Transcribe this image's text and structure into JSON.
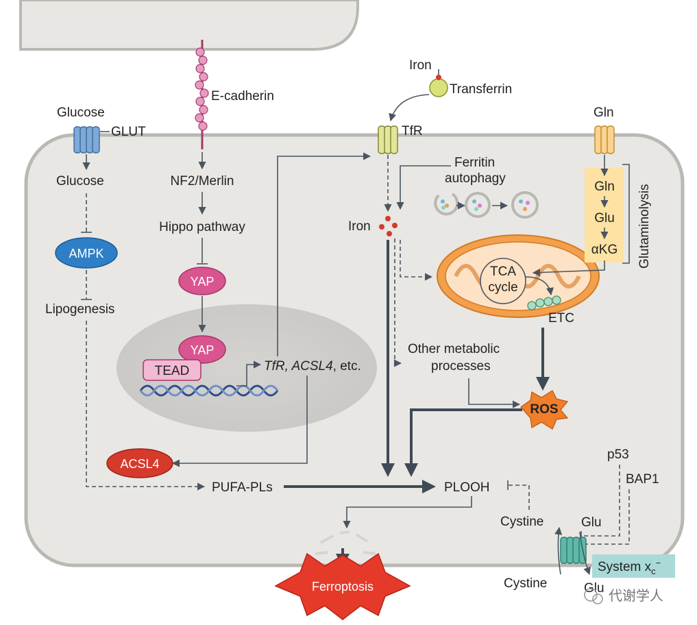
{
  "labels": {
    "glucose_out": "Glucose",
    "glut": "GLUT",
    "glucose_in": "Glucose",
    "ampk": "AMPK",
    "lipogenesis": "Lipogenesis",
    "ecadherin": "E-cadherin",
    "nf2": "NF2/Merlin",
    "hippo": "Hippo pathway",
    "yap1": "YAP",
    "yap2": "YAP",
    "tead": "TEAD",
    "targets_tfr": "TfR",
    "targets_rest": ", ACSL4",
    "targets_etc": ", etc.",
    "acsl4": "ACSL4",
    "pufa": "PUFA-PLs",
    "plooh": "PLOOH",
    "ferroptosis": "Ferroptosis",
    "iron_top": "Iron",
    "transferrin": "Transferrin",
    "tfr": "TfR",
    "ferritin1": "Ferritin",
    "ferritin2": "autophagy",
    "iron_in": "Iron",
    "tca1": "TCA",
    "tca2": "cycle",
    "etc": "ETC",
    "other1": "Other metabolic",
    "other2": "processes",
    "ros": "ROS",
    "gln_out": "Gln",
    "gln_in": "Gln",
    "glu_g": "Glu",
    "akg": "αKG",
    "glutaminolysis": "Glutaminolysis",
    "p53": "p53",
    "bap1": "BAP1",
    "cystine_in": "Cystine",
    "glu_in": "Glu",
    "system_xc": "System x",
    "system_sub": "c",
    "system_sup": "−",
    "cystine_out": "Cystine",
    "glu_out": "Glu",
    "watermark": "代谢学人"
  },
  "colors": {
    "cell_fill": "#e8e7e3",
    "cell_border": "#b9b8b3",
    "nucleus": "#cfcdca",
    "ampk": "#2f7fc6",
    "yap": "#d9558f",
    "tead": "#f2b9d3",
    "acsl4": "#d63a2b",
    "ferroptosis": "#e53a2a",
    "ros": "#f07e2a",
    "mito": "#f3a04d",
    "glutaminolysis_box": "#fde2a3",
    "system_box": "#a9dad7"
  }
}
